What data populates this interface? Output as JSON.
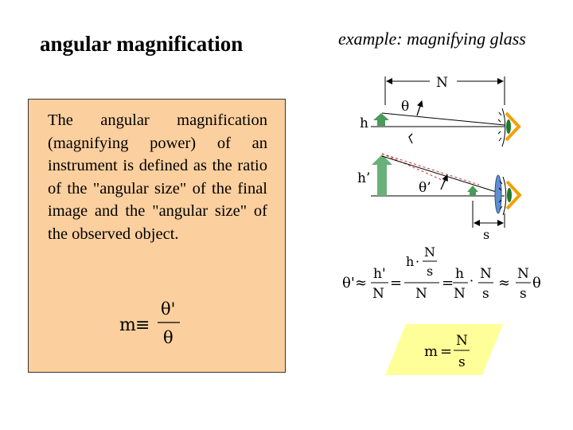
{
  "slide": {
    "title": "angular magnification",
    "example_title": "example: magnifying glass"
  },
  "definition": {
    "text": "The angular magnification (magnifying power) of an instrument is defined as the ratio of the \"angular size\" of the final image and the \"angular size\" of the observed object."
  },
  "formula_def": {
    "lhs": "m",
    "op": "≡",
    "num": "θ'",
    "den": "θ"
  },
  "diagram": {
    "label_N": "N",
    "label_h": "h",
    "label_h_prime": "h’",
    "label_theta": "θ",
    "label_theta_prime": "θ’",
    "label_s": "s",
    "object_color": "#4a9a5a",
    "image_color": "#6ab07a",
    "eye_color": "#f2a000",
    "lens_color": "#5f8fcf"
  },
  "derivation": {
    "theta_p": "θ'",
    "approx": "≈",
    "h_p": "h'",
    "N": "N",
    "eq": "=",
    "h": "h",
    "dot": "·",
    "s": "s",
    "theta": "θ"
  },
  "result": {
    "m": "m",
    "eq": "=",
    "N": "N",
    "s": "s",
    "fill": "#ffff99"
  }
}
